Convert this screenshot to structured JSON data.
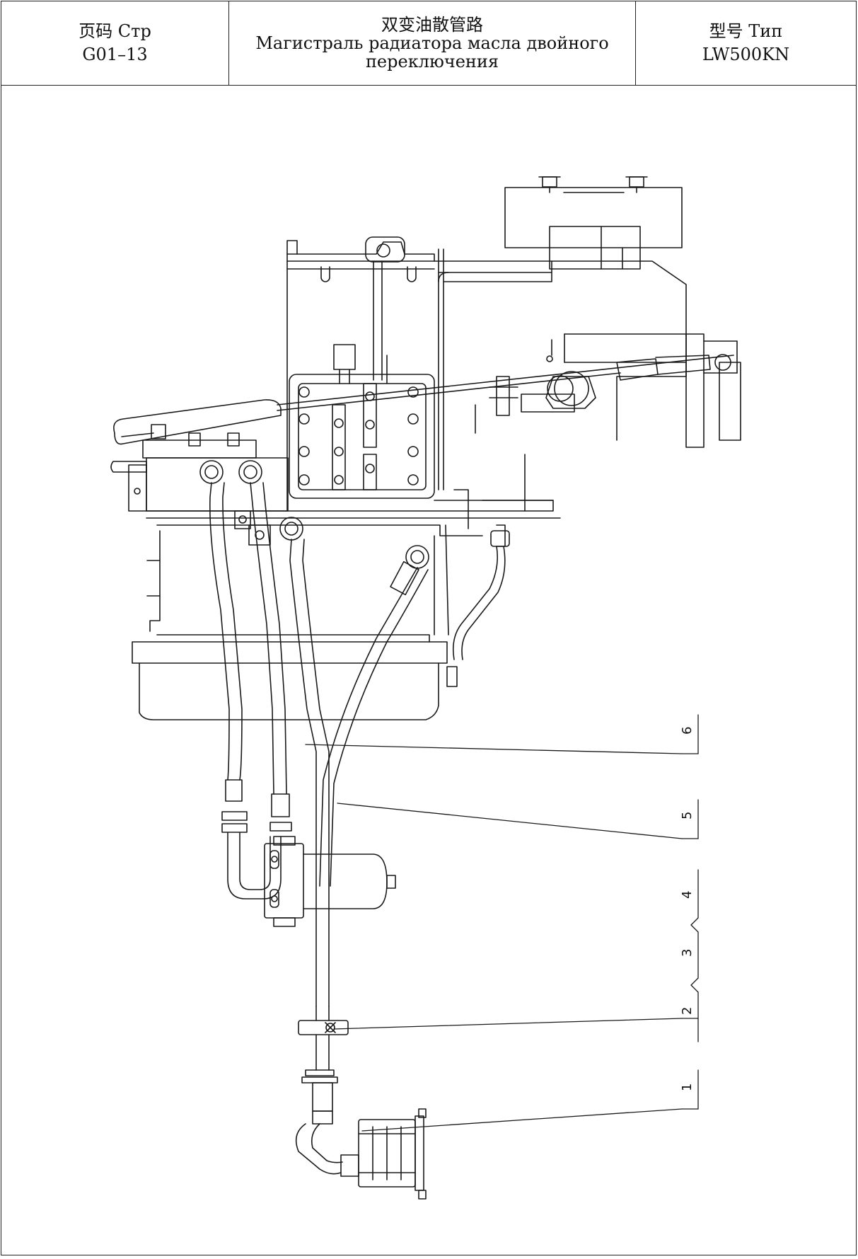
{
  "header": {
    "page_label": "页码 Стр",
    "page_number": "G01–13",
    "title_cn": "双变油散管路",
    "title_ru": "Магистраль радиатора масла двойного переключения",
    "model_label": "型号 Тип",
    "model_value": "LW500KN"
  },
  "callouts": [
    "1",
    "2",
    "3",
    "4",
    "5",
    "6"
  ],
  "colors": {
    "line": "#1a1a1a",
    "background": "#ffffff"
  }
}
